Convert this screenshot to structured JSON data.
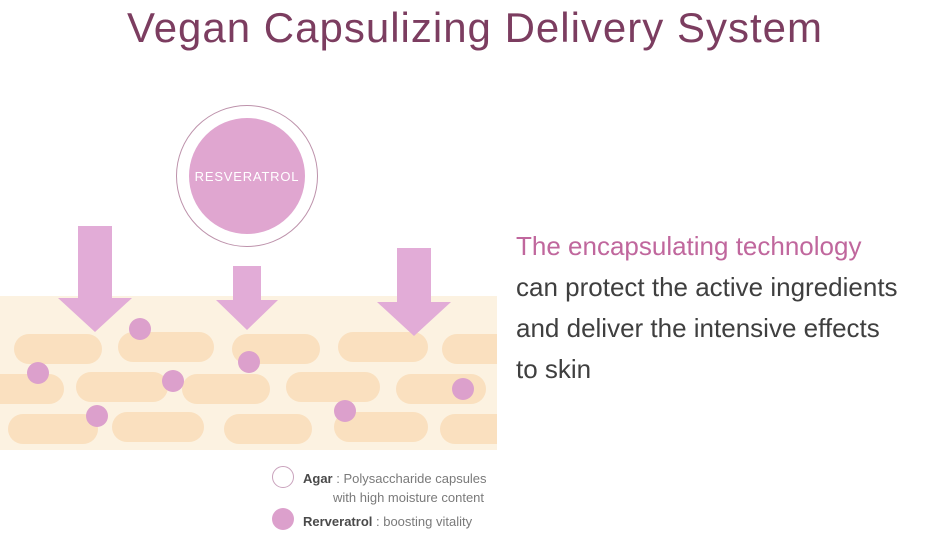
{
  "title": "Vegan Capsulizing Delivery System",
  "capsule_label": "RESVERATROL",
  "description": {
    "highlight": "The encapsulating technology",
    "lines": [
      "can protect the active ingredients",
      "and deliver the intensive effects",
      "to skin"
    ]
  },
  "legend": {
    "agar": {
      "term": "Agar",
      "desc_line1": " : Polysaccharide capsules",
      "desc_line2": "with high moisture content"
    },
    "resveratrol": {
      "term": "Rerveratrol",
      "desc": " : boosting vitality"
    }
  },
  "colors": {
    "title_plum": "#7C3D60",
    "accent_pink": "#E0A6D0",
    "arrow_pink": "#E2ACD7",
    "dot_pink": "#DCA0CC",
    "highlight_text": "#C0679D",
    "body_text": "#3F3F3F",
    "skin_background": "#FCF2E1",
    "skin_cell": "#FAE0BF"
  }
}
